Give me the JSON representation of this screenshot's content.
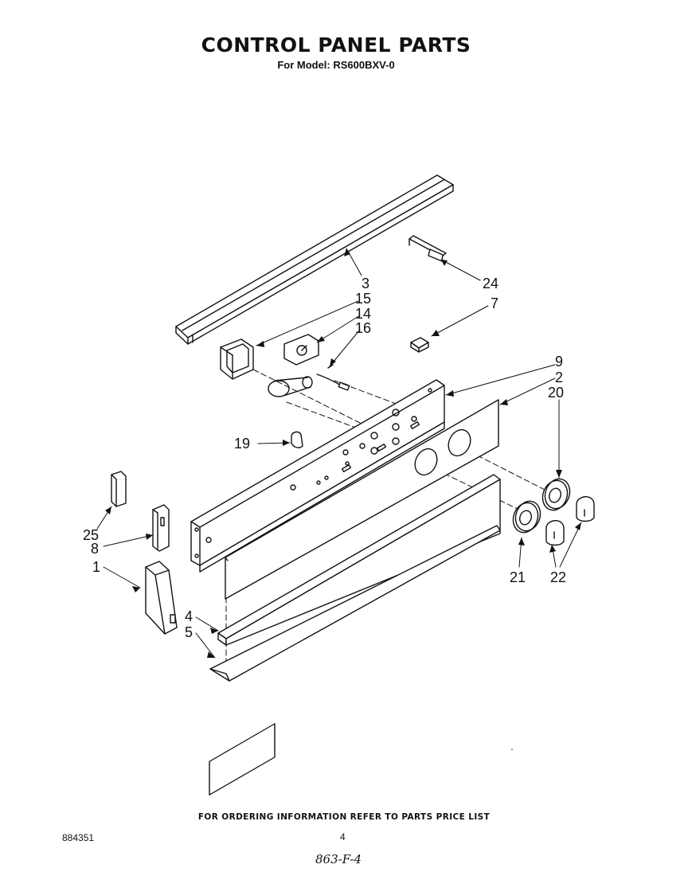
{
  "header": {
    "title": "CONTROL PANEL PARTS",
    "subtitle": "For Model: RS600BXV-0"
  },
  "callouts": {
    "c1": "1",
    "c2": "2",
    "c3": "3",
    "c4": "4",
    "c5": "5",
    "c7": "7",
    "c8": "8",
    "c9": "9",
    "c14": "14",
    "c15": "15",
    "c16": "16",
    "c19": "19",
    "c20": "20",
    "c21": "21",
    "c22": "22",
    "c24": "24",
    "c25": "25"
  },
  "footer": {
    "ordering_note": "FOR ORDERING INFORMATION REFER TO PARTS PRICE LIST",
    "doc_number": "884351",
    "page_number": "4",
    "handwritten_code": "863-F-4"
  }
}
